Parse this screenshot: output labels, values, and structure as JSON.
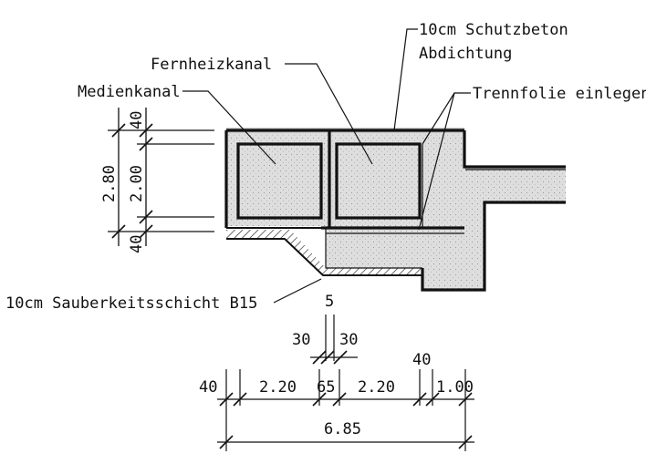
{
  "labels": {
    "schutzbeton": "10cm Schutzbeton",
    "abdichtung": "Abdichtung",
    "fernheizkanal": "Fernheizkanal",
    "trennfolie": "Trennfolie einlegen",
    "medienkanal": "Medienkanal",
    "sauberkeitsschicht": "10cm Sauberkeitsschicht B15"
  },
  "vertical_dims": {
    "top_wall": "40",
    "overall_height": "2.80",
    "inner_height": "2.00",
    "bottom_wall": "40"
  },
  "horizontal_dims": {
    "gap": "5",
    "mid_left": "30",
    "mid_right": "30",
    "right_wall": "40",
    "left_wall": "40",
    "left_inner": "2.20",
    "middle_wall": "65",
    "right_inner": "2.20",
    "extension": "1.00",
    "overall_width": "6.85"
  },
  "colors": {
    "line": "#111111",
    "concrete_fill": "#dcdcdc",
    "background": "#ffffff"
  }
}
